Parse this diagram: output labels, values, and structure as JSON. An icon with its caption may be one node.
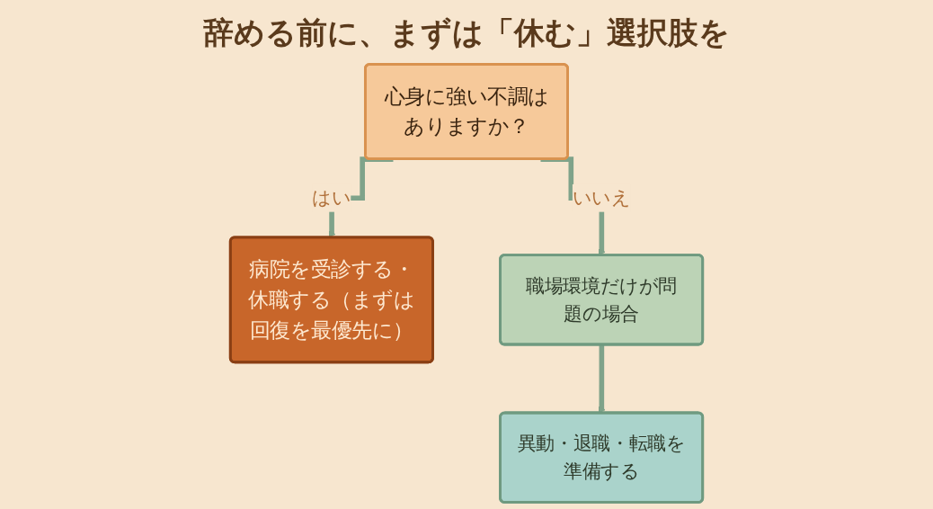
{
  "diagram": {
    "title": "辞める前に、まずは「休む」選択肢を",
    "nodes": [
      {
        "text": [
          "心身に強い不調はありますか？"
        ]
      },
      {
        "text": [
          "病院を受診する・休職する（まずは回復を最優先に）"
        ]
      },
      {
        "text": [
          "職場環境だけが問題の場合"
        ]
      },
      {
        "text": [
          "異動・退職・転職を準備する"
        ]
      }
    ],
    "edges": [
      {
        "from": 0,
        "to": 1,
        "arrow": "to",
        "label": "はい"
      },
      {
        "from": 0,
        "to": 2,
        "arrow": "to",
        "label": "いいえ"
      },
      {
        "from": 2,
        "to": 3,
        "arrow": "to"
      }
    ]
  }
}
